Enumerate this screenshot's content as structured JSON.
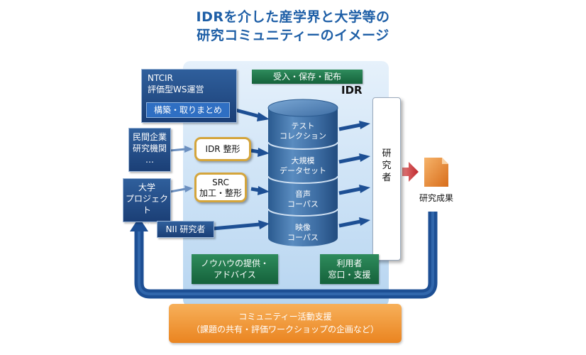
{
  "title": {
    "line1": "IDRを介した産学界と大学等の",
    "line2": "研究コミュニティーのイメージ"
  },
  "ntcir": {
    "line1": "NTCIR",
    "line2": "評価型WS運営",
    "sub": "構築・取りまとめ"
  },
  "private": {
    "line1": "民間企業",
    "line2": "研究機関",
    "line3": "…"
  },
  "university": {
    "line1": "大学",
    "line2": "プロジェクト",
    "line3": "…"
  },
  "nii": "NII 研究者",
  "receive": "受入・保存・配布",
  "idr_label": "IDR",
  "idr_process": "IDR 整形",
  "src_process": {
    "line1": "SRC",
    "line2": "加工・整形"
  },
  "segments": [
    {
      "line1": "テスト",
      "line2": "コレクション"
    },
    {
      "line1": "大規模",
      "line2": "データセット"
    },
    {
      "line1": "音声",
      "line2": "コーパス"
    },
    {
      "line1": "映像",
      "line2": "コーパス"
    }
  ],
  "researcher": "研\n究\n者",
  "results": "研究成果",
  "knowhow": {
    "line1": "ノウハウの提供・",
    "line2": "アドバイス"
  },
  "user_support": {
    "line1": "利用者",
    "line2": "窓口・支援"
  },
  "community": {
    "line1": "コミュニティー活動支援",
    "line2": "（課題の共有・評価ワークショップの企画など）"
  },
  "colors": {
    "title": "#1d5ea6",
    "navy": "#1b3f76",
    "green": "#15623b",
    "orange": "#ea8420",
    "arrow": "#1d4f94",
    "process_border": "#d4a53c"
  }
}
